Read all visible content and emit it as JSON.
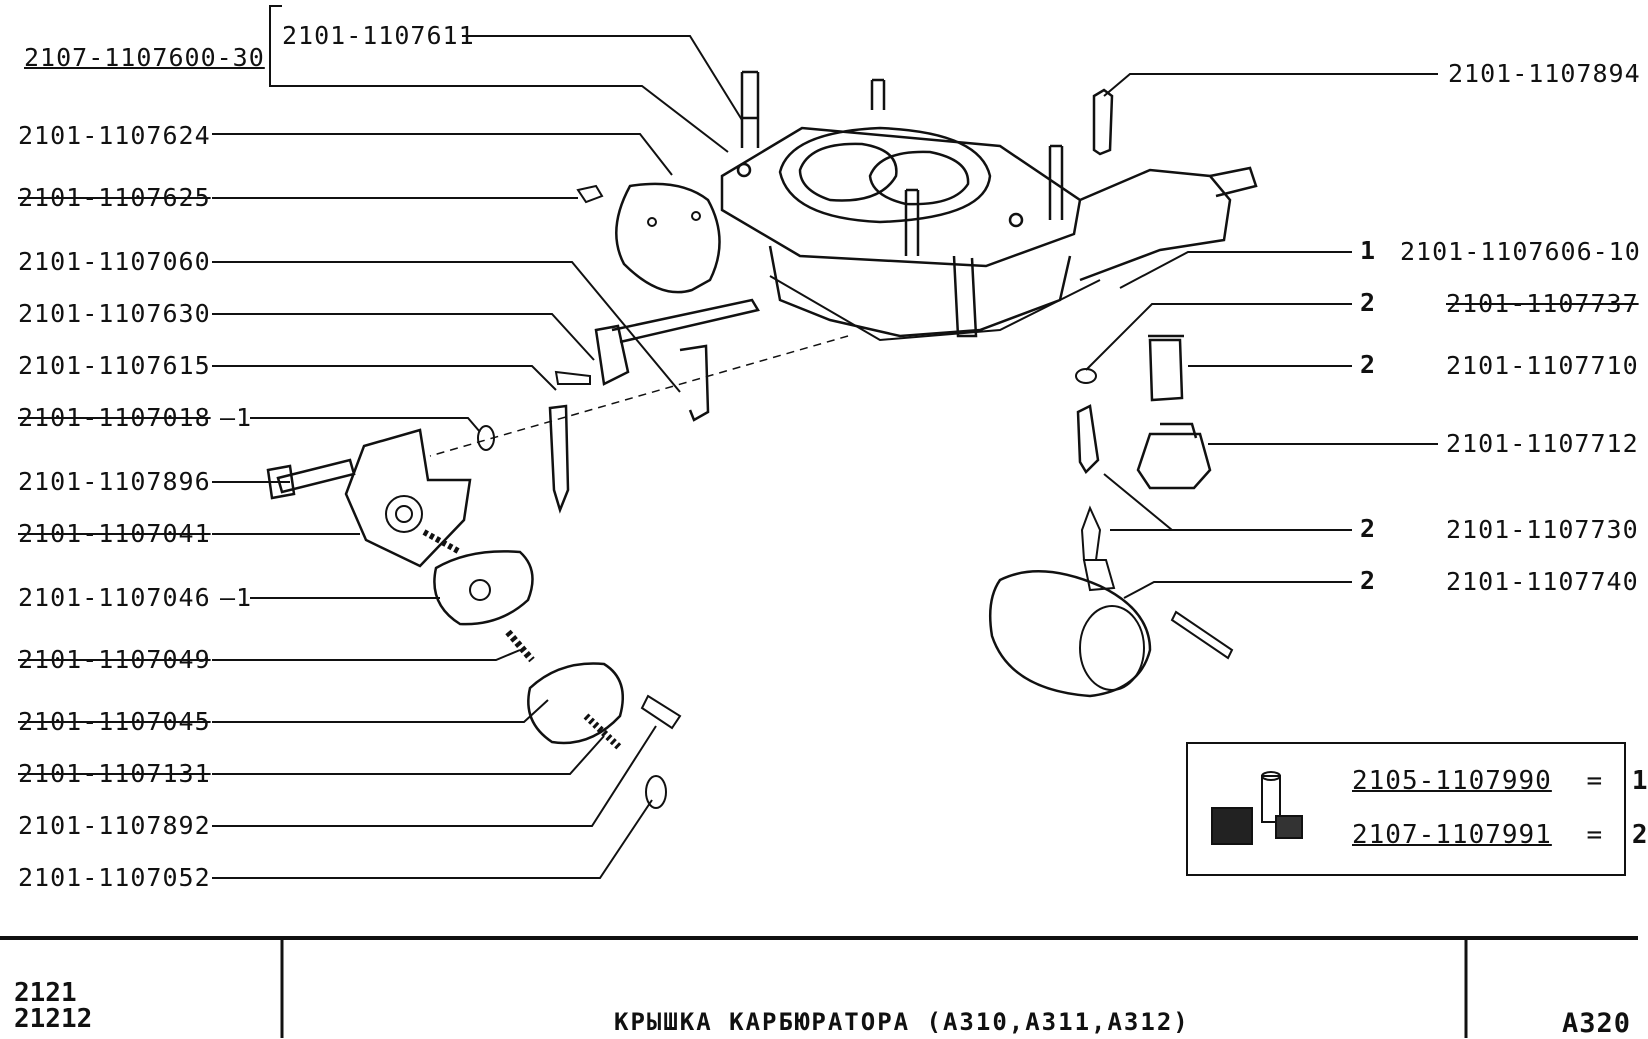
{
  "header_part": "2107-1107600-30",
  "top_part": "2101-1107611",
  "left_labels": [
    {
      "text": "2101-1107624",
      "style": "normal"
    },
    {
      "text": "2101-1107625",
      "style": "strike"
    },
    {
      "text": "2101-1107060",
      "style": "normal"
    },
    {
      "text": "2101-1107630",
      "style": "normal"
    },
    {
      "text": "2101-1107615",
      "style": "normal"
    },
    {
      "text": "2101-1107018",
      "style": "strike",
      "qty": "1"
    },
    {
      "text": "2101-1107896",
      "style": "normal"
    },
    {
      "text": "2101-1107041",
      "style": "strike"
    },
    {
      "text": "2101-1107046",
      "style": "normal",
      "qty": "1"
    },
    {
      "text": "2101-1107049",
      "style": "strike"
    },
    {
      "text": "2101-1107045",
      "style": "strike"
    },
    {
      "text": "2101-1107131",
      "style": "strike"
    },
    {
      "text": "2101-1107892",
      "style": "normal"
    },
    {
      "text": "2101-1107052",
      "style": "normal"
    }
  ],
  "right_labels": [
    {
      "text": "2101-1107894",
      "qty": "",
      "style": "normal"
    },
    {
      "text": "2101-1107606-10",
      "qty": "1",
      "style": "normal"
    },
    {
      "text": "2101-1107737",
      "qty": "2",
      "style": "strike"
    },
    {
      "text": "2101-1107710",
      "qty": "2",
      "style": "normal"
    },
    {
      "text": "2101-1107712",
      "qty": "",
      "style": "normal"
    },
    {
      "text": "2101-1107730",
      "qty": "2",
      "style": "normal"
    },
    {
      "text": "2101-1107740",
      "qty": "2",
      "style": "normal"
    }
  ],
  "legend": {
    "rows": [
      {
        "kit": "2105-1107990",
        "eq": "=",
        "mark": "1"
      },
      {
        "kit": "2107-1107991",
        "eq": "=",
        "mark": "2"
      }
    ]
  },
  "title_block": {
    "models": [
      "2121",
      "21212"
    ],
    "title": "КРЫШКА КАРБЮРАТОРА (А310,А311,А312)",
    "sheet": "А320"
  }
}
